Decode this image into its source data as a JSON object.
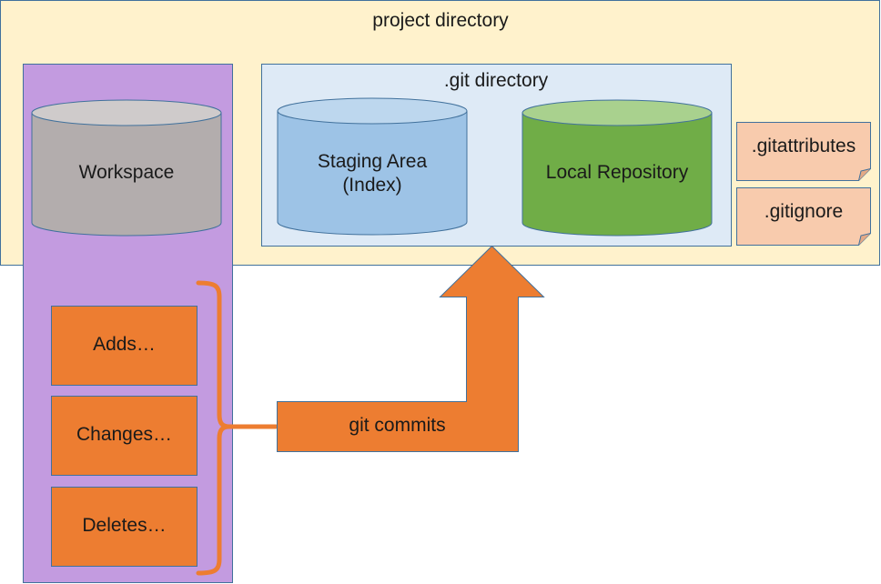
{
  "project_directory": {
    "label": "project directory",
    "fill": "#FFF2CC",
    "stroke": "#41719C"
  },
  "workspace": {
    "label": "Workspace",
    "panel_fill": "#C39BE0",
    "cylinder_fill": "#B3ADAD"
  },
  "changes": {
    "items": [
      "Adds…",
      "Changes…",
      "Deletes…"
    ],
    "fill": "#ED7D31"
  },
  "git_directory": {
    "label": ".git directory",
    "fill": "#DEEAF6"
  },
  "staging_area": {
    "line1": "Staging Area",
    "line2": "(Index)",
    "fill": "#9DC3E6"
  },
  "local_repository": {
    "label": "Local Repository",
    "fill": "#70AD47"
  },
  "config_files": {
    "gitattributes": ".gitattributes",
    "gitignore": ".gitignore",
    "fill": "#F8CBAD"
  },
  "commit_arrow": {
    "label": "git commits",
    "fill": "#ED7D31"
  }
}
